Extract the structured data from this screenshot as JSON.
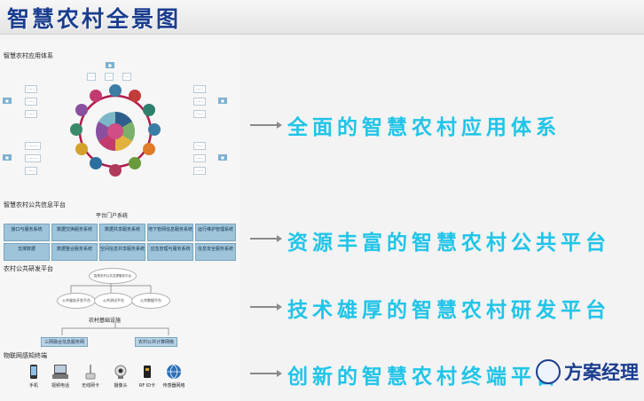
{
  "title": "智慧农村全景图",
  "sections": {
    "app_system": "智慧农村应用体系",
    "public_platform": "智慧农村公共信息平台",
    "portal": "平台门户系统",
    "rd_platform": "农村公共研发平台",
    "infra": "农村基础设施",
    "iot": "物联网感知终端"
  },
  "platform_boxes": [
    [
      "接口与服务系统",
      "数据交换服务系统",
      "数据共享服务系统",
      "地下管网信息服务系统",
      "运行维护管理系统"
    ],
    [
      "支撑数据",
      "数据整合服务系统",
      "空间信息共享服务系统",
      "应急管理与服务系统",
      "信息安全服务系统"
    ]
  ],
  "rd_nodes": [
    "智慧农村公共支撑服务平台",
    "公共服务开发平台",
    "公共测试平台",
    "公共数据平台"
  ],
  "networks": [
    "三网融合信息服务网",
    "农村公共计算网络"
  ],
  "devices": [
    "手机",
    "视频电话",
    "无线网卡",
    "摄像头",
    "RF ID卡",
    "传感器网络"
  ],
  "slogans": [
    "全面的智慧农村应用体系",
    "资源丰富的智慧农村公共平台",
    "技术雄厚的智慧农村研发平台",
    "创新的智慧农村终端平台"
  ],
  "watermark": "方案经理"
}
